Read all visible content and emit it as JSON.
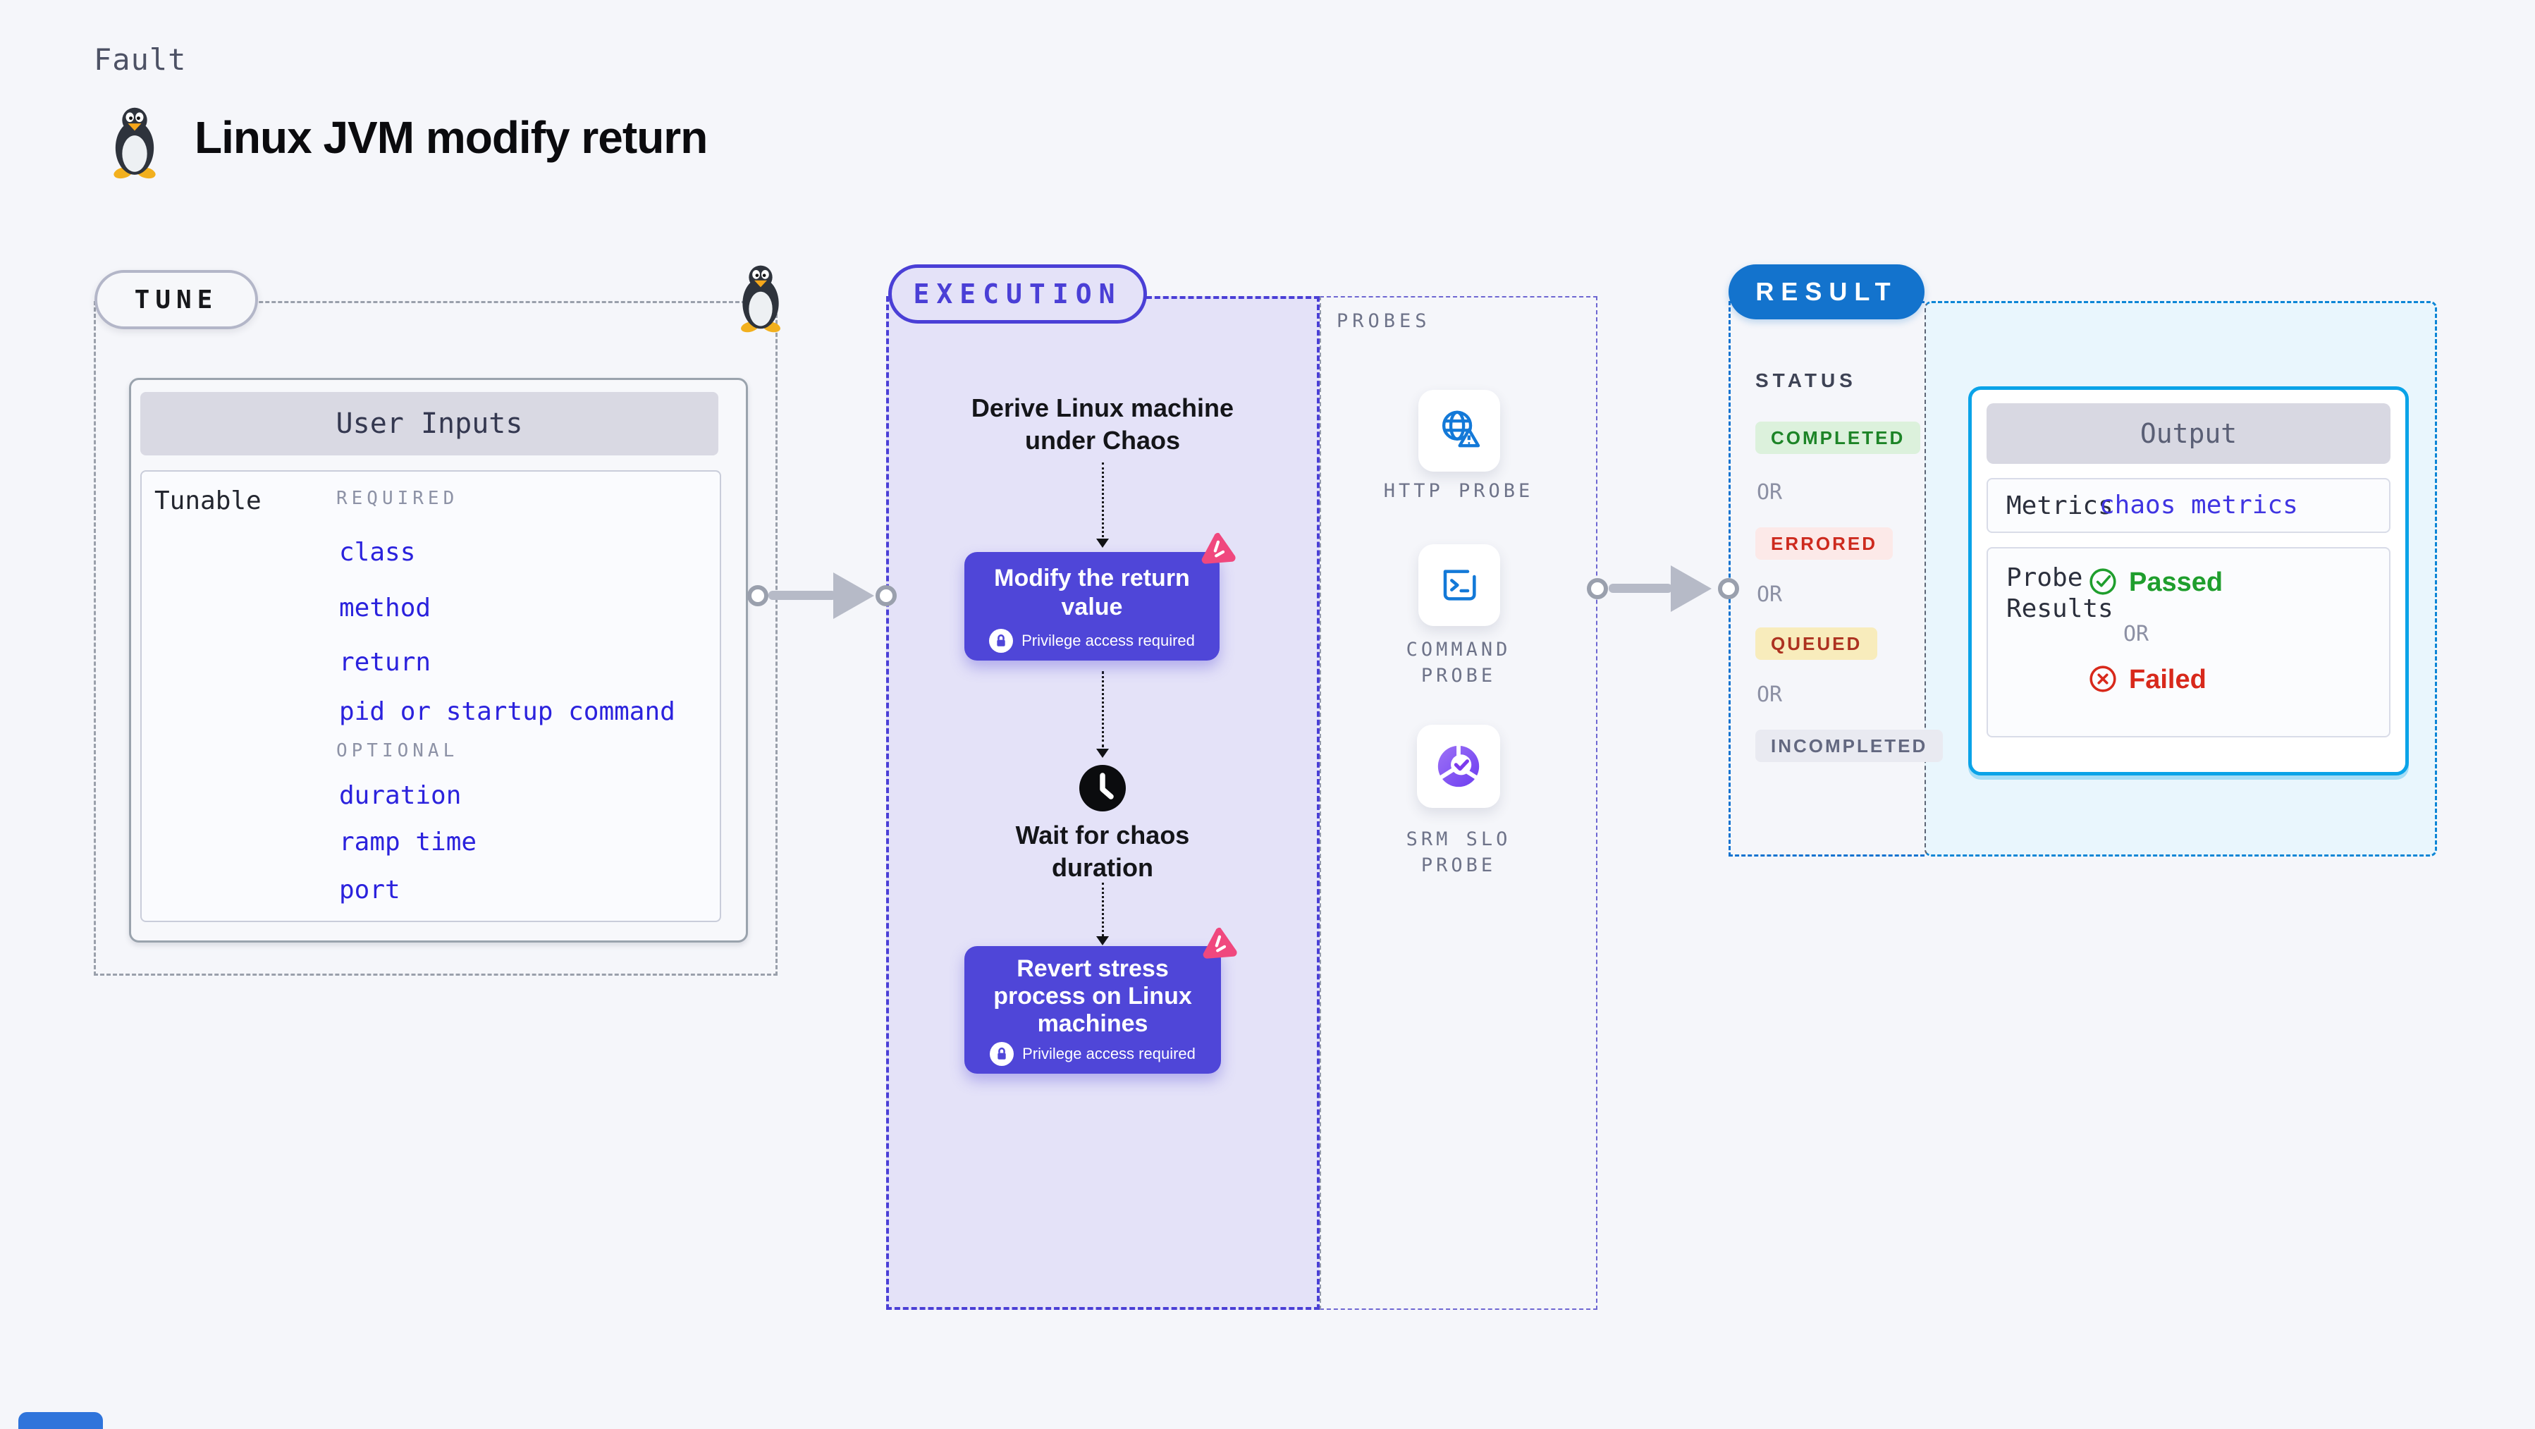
{
  "header": {
    "category": "Fault",
    "title": "Linux JVM modify return"
  },
  "tune": {
    "label": "TUNE",
    "panel_header": "User Inputs",
    "row_label": "Tunable",
    "required_label": "REQUIRED",
    "required_items": [
      "class",
      "method",
      "return",
      "pid or startup command"
    ],
    "optional_label": "OPTIONAL",
    "optional_items": [
      "duration",
      "ramp time",
      "port"
    ]
  },
  "execution": {
    "label": "EXECUTION",
    "step1_lines": [
      "Derive Linux machine",
      "under Chaos"
    ],
    "step2_lines": [
      "Modify the return",
      "value"
    ],
    "step3_lines": [
      "Wait for chaos",
      "duration"
    ],
    "step4_lines": [
      "Revert stress",
      "process on Linux",
      "machines"
    ],
    "privilege_note": "Privilege access required"
  },
  "probes": {
    "label": "PROBES",
    "items": [
      {
        "lines": [
          "HTTP PROBE"
        ]
      },
      {
        "lines": [
          "COMMAND",
          "PROBE"
        ]
      },
      {
        "lines": [
          "SRM SLO",
          "PROBE"
        ]
      }
    ]
  },
  "result": {
    "label": "RESULT",
    "status_label": "STATUS",
    "or_label": "OR",
    "statuses": [
      {
        "label": "COMPLETED",
        "bg": "#dcf1dc",
        "color": "#1d8427"
      },
      {
        "label": "ERRORED",
        "bg": "#fce9e8",
        "color": "#cd2a1e"
      },
      {
        "label": "QUEUED",
        "bg": "#f8ecbc",
        "color": "#ad3220"
      },
      {
        "label": "INCOMPLETED",
        "bg": "#e9eaf1",
        "color": "#636880"
      }
    ],
    "output": {
      "header": "Output",
      "metrics_label": "Metrics",
      "metrics_value": "chaos metrics",
      "probe_results_lines": [
        "Probe",
        "Results"
      ],
      "passed_label": "Passed",
      "failed_label": "Failed"
    }
  },
  "colors": {
    "page_bg": "#f5f6fa",
    "indigo_accent": "#4a3fd6",
    "indigo_card": "#4f46d8",
    "purple_region_bg": "#e4e2f8",
    "result_blue": "#1373cd",
    "cyan_border": "#0aa3e8",
    "cyan_region_bg": "#e9f6fd",
    "link_blue": "#2b22dd",
    "pink_logo": "#f0487e",
    "probe_icon_blue": "#1379d8",
    "arrow_gray": "#b6bac7",
    "passed_green": "#1f9e2d",
    "failed_red": "#d8291b"
  }
}
